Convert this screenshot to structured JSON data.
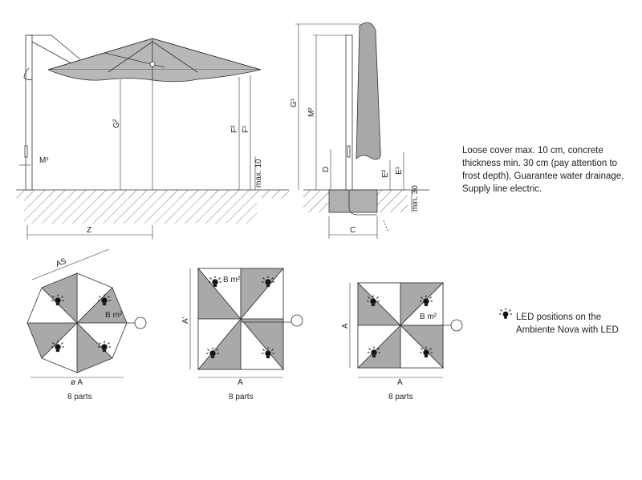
{
  "colors": {
    "canopy": "#b3b3b3",
    "segment": "#a9a9a9",
    "line": "#333333",
    "ground": "#555555"
  },
  "side_view": {
    "labels": {
      "m1": "M¹",
      "g2": "G²",
      "f2": "F²",
      "f1": "F¹",
      "max10": "max. 10",
      "z": "Z"
    }
  },
  "front_view": {
    "labels": {
      "g1": "G¹",
      "m2": "M²",
      "d": "D",
      "e2": "E²",
      "e1": "E¹",
      "min30": "min. 30",
      "c": "C"
    }
  },
  "install_note": "Loose cover max. 10 cm, concrete thickness min. 30 cm (pay attention to frost depth), Guarantee water drainage, Supply line electric.",
  "plans": [
    {
      "shape": "octagon",
      "area_label": "B m²",
      "width_label": "ø A",
      "diag_label": "AS",
      "parts": "8 parts"
    },
    {
      "shape": "square",
      "area_label": "B m²",
      "width_label": "A",
      "side_label": "A'",
      "parts": "8 parts"
    },
    {
      "shape": "square",
      "area_label": "B m²",
      "width_label": "A",
      "side_label": "A",
      "parts": "8 parts"
    }
  ],
  "legend": {
    "icon": "led-bulb-icon",
    "text": "LED positions on the Ambiente Nova with LED"
  }
}
